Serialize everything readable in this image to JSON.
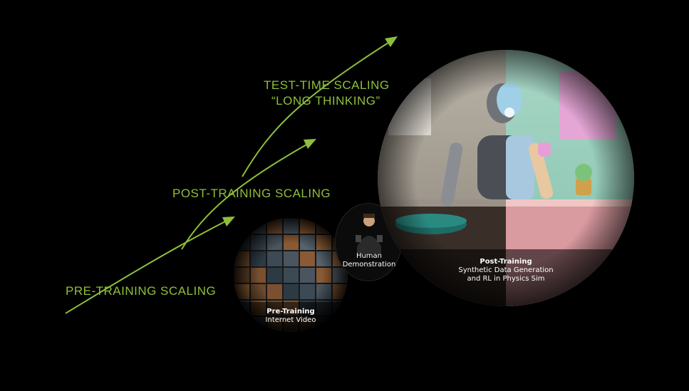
{
  "colors": {
    "accent": "#8fbf3a",
    "background": "#000000",
    "caption_text": "#ffffff"
  },
  "labels": {
    "pre_training": "PRE-TRAINING SCALING",
    "post_training": "POST-TRAINING SCALING",
    "test_time_line1": "TEST-TIME SCALING",
    "test_time_line2": "“LONG THINKING”"
  },
  "circles": {
    "pretraining": {
      "title": "Pre-Training",
      "subtitle": "Internet Video"
    },
    "human": {
      "line1": "Human",
      "line2": "Demonstration"
    },
    "posttraining": {
      "title": "Post-Training",
      "line1": "Synthetic Data Generation",
      "line2": "and RL in Physics Sim"
    }
  }
}
